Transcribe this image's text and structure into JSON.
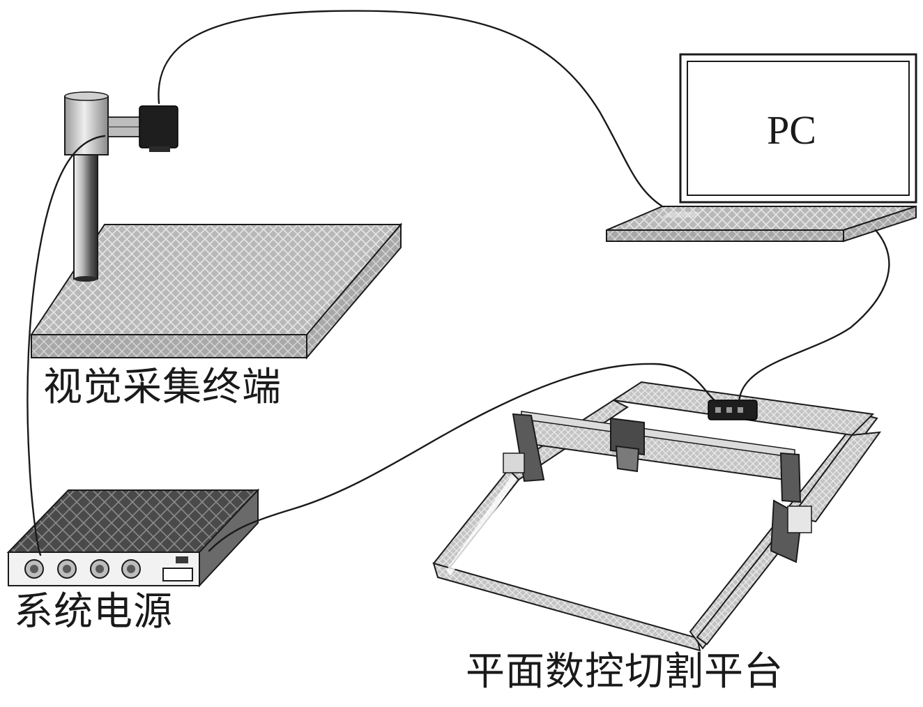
{
  "labels": {
    "vision_terminal": "视觉采集终端",
    "power_supply": "系统电源",
    "cnc_platform": "平面数控切割平台",
    "pc": "PC"
  },
  "icons": {
    "camera": "camera-icon",
    "laptop": "laptop-icon",
    "power": "power-supply-icon",
    "cnc": "cnc-gantry-icon"
  },
  "colors": {
    "line": "#1a1a1a",
    "plate_light": "#b8b8b8",
    "plate_dark": "#4a4a4a",
    "metal": "#9a9a9a"
  }
}
